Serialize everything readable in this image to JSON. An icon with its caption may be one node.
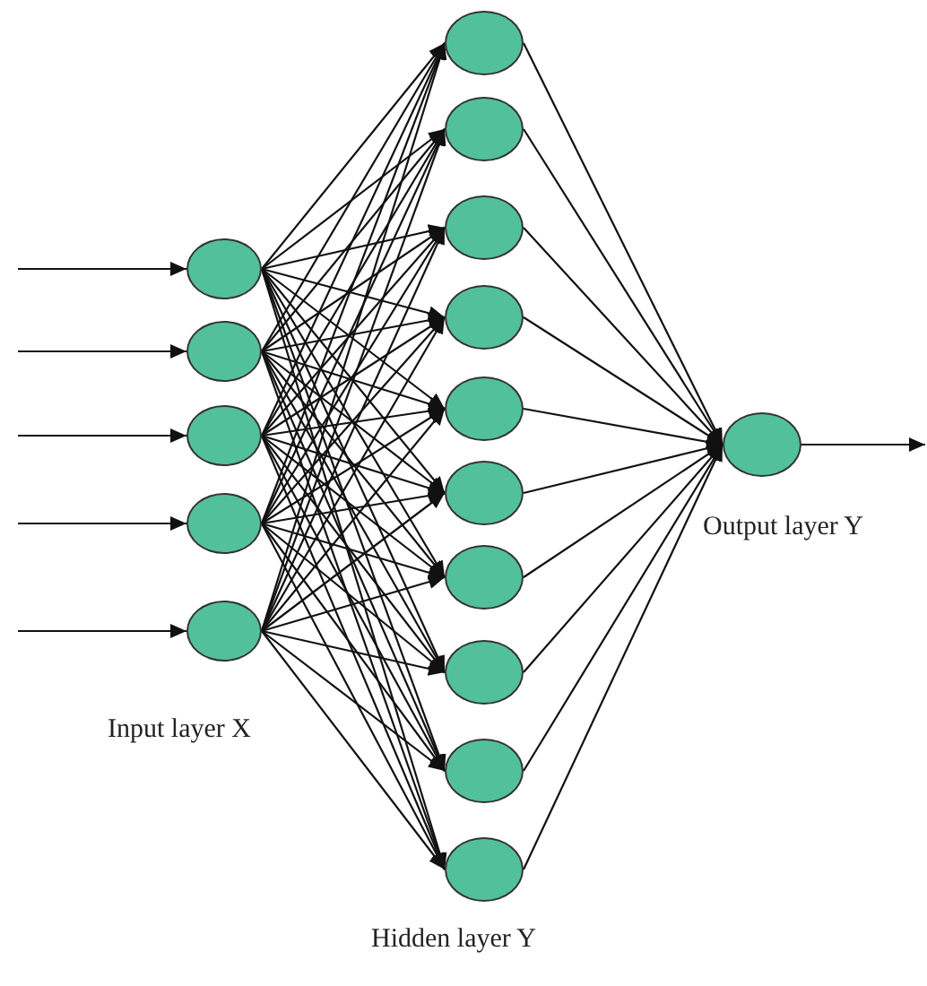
{
  "diagram": {
    "nodes": [
      {
        "text": [],
        "shape": "circle"
      },
      {
        "text": [],
        "shape": "circle"
      },
      {
        "text": [],
        "shape": "circle"
      },
      {
        "text": [],
        "shape": "circle"
      },
      {
        "text": [],
        "shape": "circle"
      },
      {
        "text": [],
        "shape": "circle"
      },
      {
        "text": [],
        "shape": "circle"
      },
      {
        "text": [],
        "shape": "circle"
      },
      {
        "text": [],
        "shape": "circle"
      },
      {
        "text": [],
        "shape": "circle"
      },
      {
        "text": [],
        "shape": "circle"
      },
      {
        "text": [],
        "shape": "circle"
      },
      {
        "text": [],
        "shape": "circle"
      },
      {
        "text": [],
        "shape": "circle"
      },
      {
        "text": [],
        "shape": "circle"
      },
      {
        "text": [],
        "shape": "circle"
      }
    ],
    "edges": [
      {
        "from": null,
        "to": 0,
        "arrow": "to"
      },
      {
        "from": null,
        "to": 1,
        "arrow": "to"
      },
      {
        "from": null,
        "to": 2,
        "arrow": "to"
      },
      {
        "from": null,
        "to": 3,
        "arrow": "to"
      },
      {
        "from": null,
        "to": 4,
        "arrow": "to"
      },
      {
        "from": 0,
        "to": 5,
        "arrow": "to"
      },
      {
        "from": 0,
        "to": 6,
        "arrow": "to"
      },
      {
        "from": 0,
        "to": 7,
        "arrow": "to"
      },
      {
        "from": 0,
        "to": 8,
        "arrow": "to"
      },
      {
        "from": 0,
        "to": 9,
        "arrow": "to"
      },
      {
        "from": 0,
        "to": 10,
        "arrow": "to"
      },
      {
        "from": 0,
        "to": 11,
        "arrow": "to"
      },
      {
        "from": 0,
        "to": 12,
        "arrow": "to"
      },
      {
        "from": 0,
        "to": 13,
        "arrow": "to"
      },
      {
        "from": 0,
        "to": 14,
        "arrow": "to"
      },
      {
        "from": 1,
        "to": 5,
        "arrow": "to"
      },
      {
        "from": 1,
        "to": 6,
        "arrow": "to"
      },
      {
        "from": 1,
        "to": 7,
        "arrow": "to"
      },
      {
        "from": 1,
        "to": 8,
        "arrow": "to"
      },
      {
        "from": 1,
        "to": 9,
        "arrow": "to"
      },
      {
        "from": 1,
        "to": 10,
        "arrow": "to"
      },
      {
        "from": 1,
        "to": 11,
        "arrow": "to"
      },
      {
        "from": 1,
        "to": 12,
        "arrow": "to"
      },
      {
        "from": 1,
        "to": 13,
        "arrow": "to"
      },
      {
        "from": 1,
        "to": 14,
        "arrow": "to"
      },
      {
        "from": 2,
        "to": 5,
        "arrow": "to"
      },
      {
        "from": 2,
        "to": 6,
        "arrow": "to"
      },
      {
        "from": 2,
        "to": 7,
        "arrow": "to"
      },
      {
        "from": 2,
        "to": 8,
        "arrow": "to"
      },
      {
        "from": 2,
        "to": 9,
        "arrow": "to"
      },
      {
        "from": 2,
        "to": 10,
        "arrow": "to"
      },
      {
        "from": 2,
        "to": 11,
        "arrow": "to"
      },
      {
        "from": 2,
        "to": 12,
        "arrow": "to"
      },
      {
        "from": 2,
        "to": 13,
        "arrow": "to"
      },
      {
        "from": 2,
        "to": 14,
        "arrow": "to"
      },
      {
        "from": 3,
        "to": 5,
        "arrow": "to"
      },
      {
        "from": 3,
        "to": 6,
        "arrow": "to"
      },
      {
        "from": 3,
        "to": 7,
        "arrow": "to"
      },
      {
        "from": 3,
        "to": 8,
        "arrow": "to"
      },
      {
        "from": 3,
        "to": 9,
        "arrow": "to"
      },
      {
        "from": 3,
        "to": 10,
        "arrow": "to"
      },
      {
        "from": 3,
        "to": 11,
        "arrow": "to"
      },
      {
        "from": 3,
        "to": 12,
        "arrow": "to"
      },
      {
        "from": 3,
        "to": 13,
        "arrow": "to"
      },
      {
        "from": 3,
        "to": 14,
        "arrow": "to"
      },
      {
        "from": 4,
        "to": 5,
        "arrow": "to"
      },
      {
        "from": 4,
        "to": 6,
        "arrow": "to"
      },
      {
        "from": 4,
        "to": 7,
        "arrow": "to"
      },
      {
        "from": 4,
        "to": 8,
        "arrow": "to"
      },
      {
        "from": 4,
        "to": 9,
        "arrow": "to"
      },
      {
        "from": 4,
        "to": 10,
        "arrow": "to"
      },
      {
        "from": 4,
        "to": 11,
        "arrow": "to"
      },
      {
        "from": 4,
        "to": 12,
        "arrow": "to"
      },
      {
        "from": 4,
        "to": 13,
        "arrow": "to"
      },
      {
        "from": 4,
        "to": 14,
        "arrow": "to"
      },
      {
        "from": 5,
        "to": 15,
        "arrow": "to"
      },
      {
        "from": 6,
        "to": 15,
        "arrow": "to"
      },
      {
        "from": 7,
        "to": 15,
        "arrow": "to"
      },
      {
        "from": 8,
        "to": 15,
        "arrow": "to"
      },
      {
        "from": 9,
        "to": 15,
        "arrow": "to"
      },
      {
        "from": 10,
        "to": 15,
        "arrow": "to"
      },
      {
        "from": 11,
        "to": 15,
        "arrow": "to"
      },
      {
        "from": 12,
        "to": 15,
        "arrow": "to"
      },
      {
        "from": 13,
        "to": 15,
        "arrow": "to"
      },
      {
        "from": 14,
        "to": 15,
        "arrow": "to"
      },
      {
        "from": 15,
        "to": null,
        "arrow": "to"
      }
    ],
    "labels": [
      "Input layer X",
      "Hidden layer Y",
      "Output layer Y"
    ]
  }
}
